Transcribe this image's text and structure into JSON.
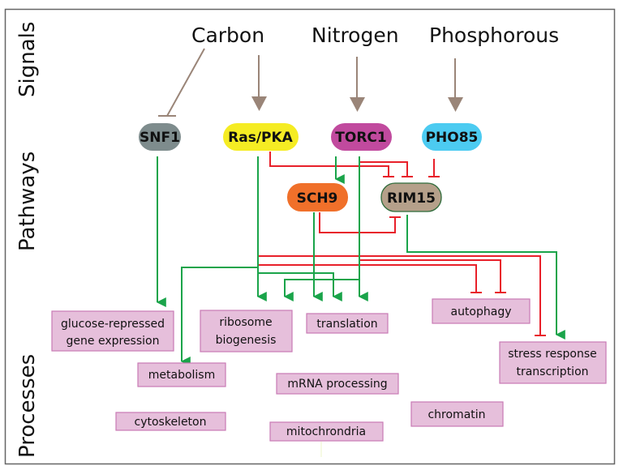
{
  "tiers": {
    "signals": "Signals",
    "pathways": "Pathways",
    "processes": "Processes"
  },
  "signals": {
    "carbon": "Carbon",
    "nitrogen": "Nitrogen",
    "phosphorous": "Phosphorous"
  },
  "pathways": {
    "snf1": {
      "label": "SNF1",
      "color": "#7e8c8d"
    },
    "ras_pka": {
      "label": "Ras/PKA",
      "color": "#f5ec23"
    },
    "torc1": {
      "label": "TORC1",
      "color": "#c14a9e"
    },
    "pho85": {
      "label": "PHO85",
      "color": "#4ccbf1"
    },
    "sch9": {
      "label": "SCH9",
      "color": "#f0702a"
    },
    "rim15": {
      "label": "RIM15",
      "color": "#b5a08a",
      "border": "#2e6b3a"
    }
  },
  "processes": {
    "glucose": [
      "glucose-repressed",
      "gene expression"
    ],
    "ribosome": [
      "ribosome",
      "biogenesis"
    ],
    "translation": "translation",
    "autophagy": "autophagy",
    "stress": [
      "stress response",
      "transcription"
    ],
    "metabolism": "metabolism",
    "mrna": "mRNA processing",
    "chromatin": "chromatin",
    "cytoskeleton": "cytoskeleton",
    "mitochondria": "mitochrondria"
  },
  "colors": {
    "activation": "#1aa44a",
    "inhibition": "#e8202a",
    "signal_arrow": "#9a8578",
    "process_fill": "#e6bfdb",
    "process_border": "#c97ab5",
    "frame": "#666666"
  }
}
